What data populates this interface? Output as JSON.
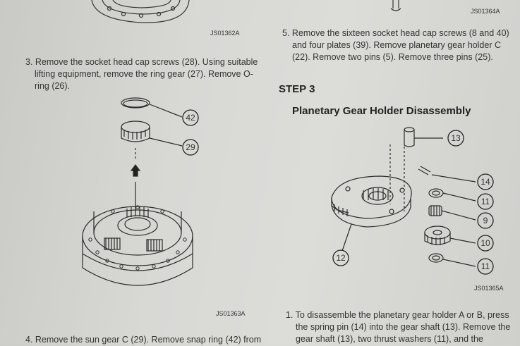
{
  "left": {
    "fig_top_code": "JS01362A",
    "step3_instruction": "3. Remove the socket head cap screws (28). Using suitable lifting equipment, remove the ring gear (27). Remove O-ring (26).",
    "step3_line1": "3. Remove the socket head cap screws (28). Using suitable",
    "step3_line2": "lifting equipment, remove the ring gear (27). Remove O-",
    "step3_line3": "ring (26).",
    "callout_42": "42",
    "callout_29": "29",
    "fig_bottom_code": "JS01363A",
    "step4_partial": "4. Remove the sun gear C (29). Remove snap ring (42) from"
  },
  "right": {
    "fig_top_code": "JS01364A",
    "step5_line1": "5. Remove the sixteen socket head cap screws (8 and 40)",
    "step5_line2": "and four plates (39). Remove planetary gear holder C",
    "step5_line3": "(22). Remove two pins (5). Remove three pins (25).",
    "step_heading": "STEP 3",
    "section_title": "Planetary Gear Holder Disassembly",
    "callouts": [
      "13",
      "14",
      "11",
      "9",
      "10",
      "11",
      "12"
    ],
    "fig_code": "JS01365A",
    "step1_line1": "1. To disassemble the planetary gear holder A or B, press",
    "step1_line2": "the spring pin (14) into the gear shaft (13). Remove the",
    "step1_line3": "gear shaft (13), two thrust washers (11), and the"
  }
}
